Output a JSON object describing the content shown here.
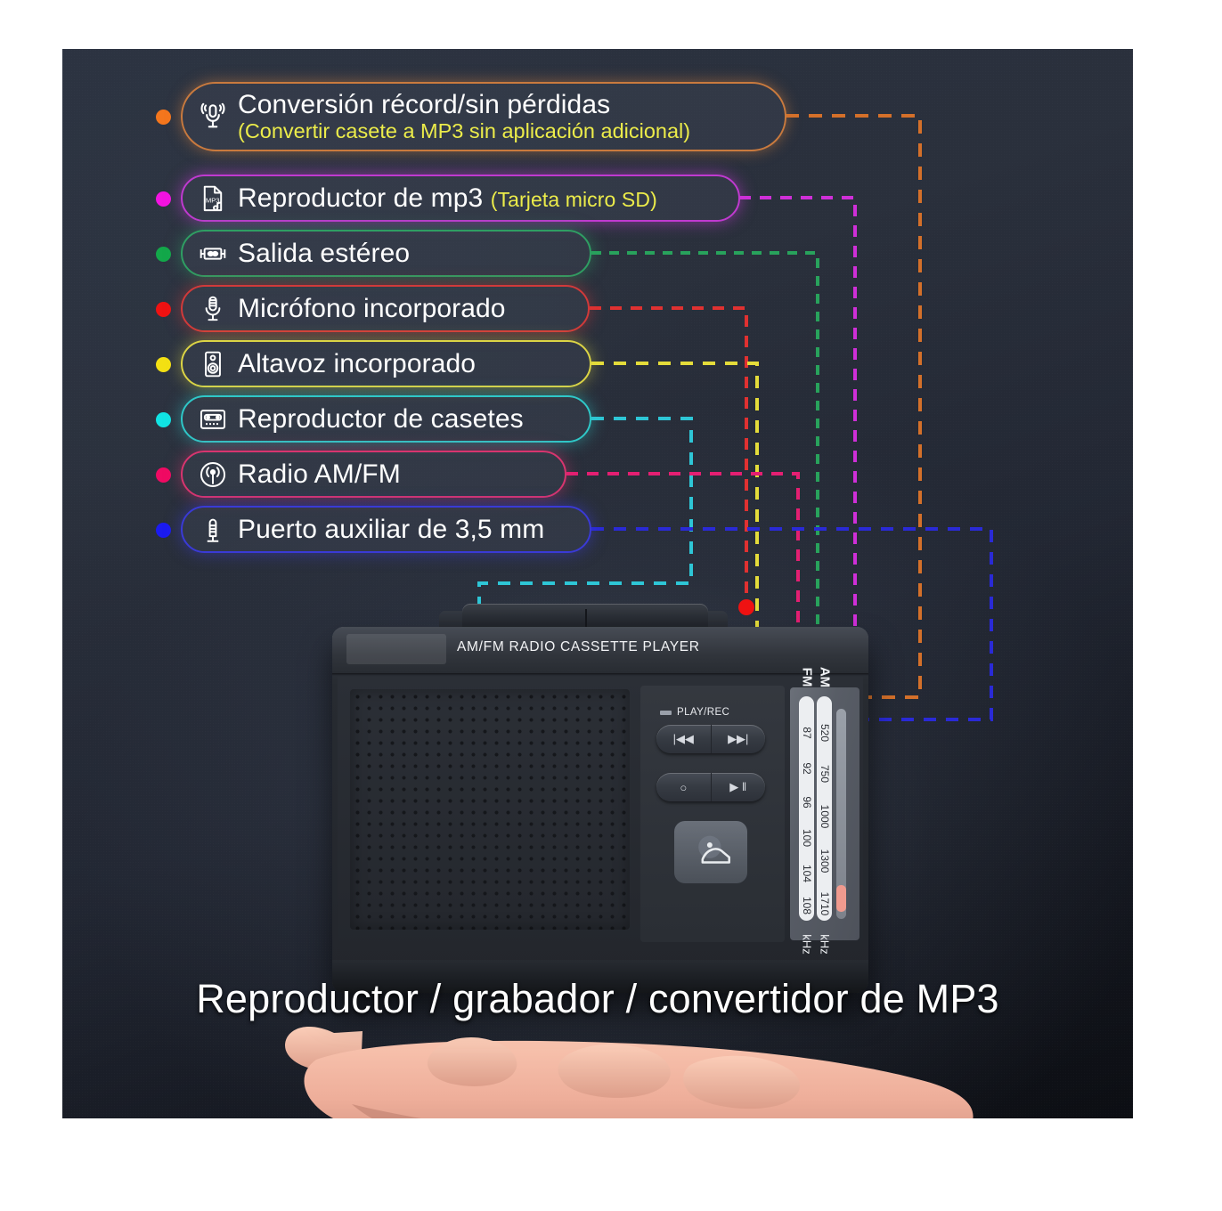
{
  "canvas": {
    "background": "#2a303c"
  },
  "caption": "Reproductor / grabador / convertidor de MP3",
  "features": [
    {
      "id": "conversion",
      "icon": "microphone-broadcast-icon",
      "title": "Conversión récord/sin pérdidas",
      "note": "(Convertir casete a MP3 sin aplicación adicional)",
      "inline_note": "",
      "color": "#c97a3e",
      "dot_color": "#f4761d"
    },
    {
      "id": "mp3-player",
      "icon": "mp3-file-icon",
      "title": "Reproductor de mp3",
      "note": "",
      "inline_note": "(Tarjeta micro SD)",
      "color": "#c03ad0",
      "dot_color": "#f213e0"
    },
    {
      "id": "stereo-out",
      "icon": "stereo-jack-icon",
      "title": "Salida estéreo",
      "note": "",
      "inline_note": "",
      "color": "#2f9e63",
      "dot_color": "#13a84a"
    },
    {
      "id": "microphone",
      "icon": "microphone-icon",
      "title": "Micrófono incorporado",
      "note": "",
      "inline_note": "",
      "color": "#d13a3a",
      "dot_color": "#ef1212"
    },
    {
      "id": "speaker",
      "icon": "speaker-icon",
      "title": "Altavoz incorporado",
      "note": "",
      "inline_note": "",
      "color": "#dcd445",
      "dot_color": "#f3e013"
    },
    {
      "id": "cassette",
      "icon": "cassette-icon",
      "title": "Reproductor de casetes",
      "note": "",
      "inline_note": "",
      "color": "#2fc8c8",
      "dot_color": "#11e3e3"
    },
    {
      "id": "radio",
      "icon": "radio-waves-icon",
      "title": "Radio AM/FM",
      "note": "",
      "inline_note": "",
      "color": "#d8356f",
      "dot_color": "#f00a63"
    },
    {
      "id": "aux-port",
      "icon": "audio-plug-icon",
      "title": "Puerto auxiliar de 3,5 mm",
      "note": "",
      "inline_note": "",
      "color": "#3a3ad6",
      "dot_color": "#1b1bf0"
    }
  ],
  "device": {
    "brand_text": "AM/FM RADIO CASSETTE PLAYER",
    "playrec_label": "PLAY/REC",
    "buttons": {
      "prev": "|◀◀",
      "next": "▶▶|",
      "record": "○",
      "play_pause": "▶ ‖"
    },
    "eject_icon": "tape-reel-eject-icon",
    "dial": {
      "am_label": "AM",
      "fm_label": "FM",
      "am_unit": "kHz",
      "fm_unit": "kHz",
      "am_ticks": [
        "520",
        "750",
        "1000",
        "1300",
        "1710"
      ],
      "fm_ticks": [
        "87",
        "92",
        "96",
        "100",
        "104",
        "108"
      ]
    }
  },
  "connector_endpoints": [
    {
      "for": "conversion",
      "marker": "top-port-left",
      "color": "#f4761d"
    },
    {
      "for": "conversion",
      "marker": "top-port-right",
      "color": "#f4761d"
    },
    {
      "for": "mp3-player",
      "marker": "right-edge-low",
      "color": "#f213e0"
    },
    {
      "for": "stereo-out",
      "marker": "front-seam",
      "color": "#13a84a"
    },
    {
      "for": "microphone",
      "marker": "top-right-corner",
      "color": "#ef1212"
    },
    {
      "for": "speaker",
      "marker": "grille",
      "color": "#f3e013"
    },
    {
      "for": "cassette",
      "marker": "top-port-center",
      "color": "#11e3e3"
    },
    {
      "for": "radio",
      "marker": "right-edge-dial",
      "color": "#f00a63"
    },
    {
      "for": "aux-port",
      "marker": "right-edge-upper",
      "color": "#1b1bf0"
    }
  ]
}
